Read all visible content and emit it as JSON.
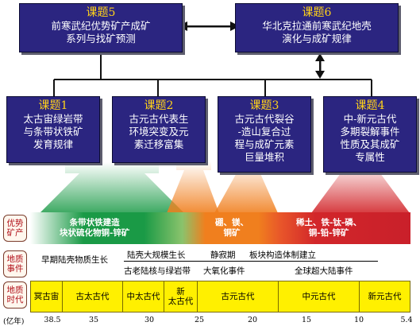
{
  "top_boxes": [
    {
      "title": "课题5",
      "desc": "前寒武纪优势矿产成矿\n系列与找矿预测"
    },
    {
      "title": "课题6",
      "desc": "华北克拉通前寒武纪地壳\n演化与成矿规律"
    }
  ],
  "mid_boxes": [
    {
      "title": "课题1",
      "desc": "太古宙绿岩带\n与条带状铁矿\n发育规律"
    },
    {
      "title": "课题2",
      "desc": "古元古代表生\n环境突变及元\n素迁移富集"
    },
    {
      "title": "课题3",
      "desc": "古元古代裂谷\n-造山复合过\n程与成矿元素\n巨量堆积"
    },
    {
      "title": "课题4",
      "desc": "中-新元古代\n多期裂解事件\n性质及其成矿\n专属性"
    }
  ],
  "row_labels": {
    "minerals": "优势\n矿产",
    "events": "地质\n事件",
    "eras": "地质\n时代"
  },
  "minerals": {
    "green": "条带状铁建造\n块状硫化物铜-锌矿",
    "orange": "硼、镁、\n铜矿",
    "red": "稀土、铁-钛-磷、\n铜-铅-锌矿"
  },
  "events": {
    "e1": "早期陆壳物质生长",
    "e2": "陆壳大规模生长",
    "e3": "静寂期",
    "e4": "板块构造体制建立",
    "e5": "古老陆核与绿岩带",
    "e6": "大氧化事件",
    "e7": "全球超大陆事件"
  },
  "eras": [
    "冥古宙",
    "古太古代",
    "中太古代",
    "新\n太古代",
    "古元古代",
    "中元古代",
    "新元古代"
  ],
  "axis_unit": "(亿年)",
  "ticks": [
    "38.5",
    "35",
    "30",
    "25",
    "20",
    "15",
    "10",
    "5.4"
  ],
  "colors": {
    "box_fill": "#2b2580",
    "title": "#ffd21a",
    "green": "#1a9a46",
    "orange": "#f07f1e",
    "red": "#d2262a",
    "era_fill": "#fff000"
  }
}
